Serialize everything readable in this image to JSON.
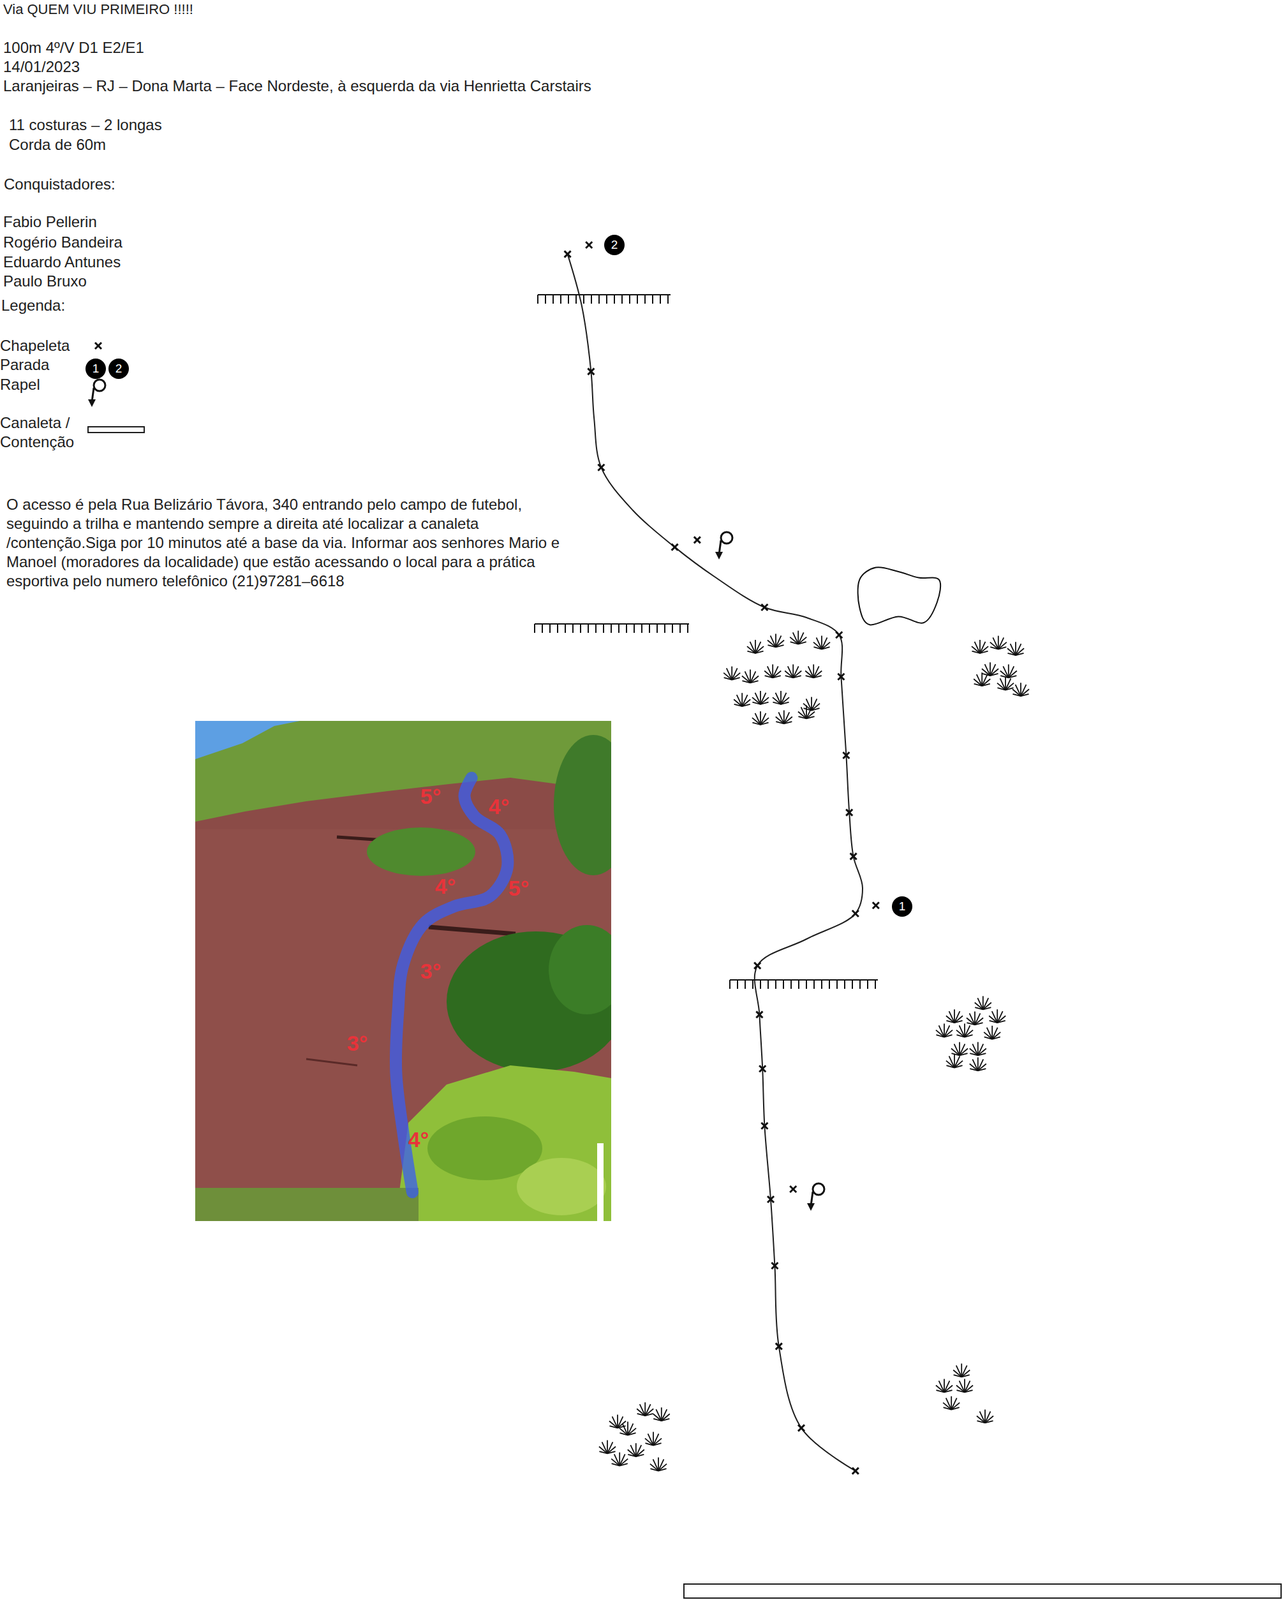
{
  "diagram": {
    "title": "Via QUEM VIU PRIMEIRO !!!!!",
    "nodes": [
      {
        "text": [
          "2"
        ]
      },
      {
        "text": [
          "1"
        ]
      },
      {
        "text": [
          "2"
        ]
      },
      {
        "text": [
          "1"
        ]
      }
    ],
    "labels": [
      "100m 4º/V D1 E2/E1",
      "14/01/2023",
      "Laranjeiras – RJ – Dona Marta – Face Nordeste, à esquerda da via Henrietta Carstairs",
      "11 costuras – 2 longas",
      "Corda de 60m",
      "Conquistadores:",
      "Fabio Pellerin",
      "Rogério Bandeira",
      "Eduardo Antunes",
      "Paulo Bruxo",
      "Legenda:",
      "O acesso é pela Rua Belizário Távora, 340 entrando pelo campo de futebol, seguindo a trilha e mantendo sempre a direita até localizar a canaleta /contenção.Siga por 10 minutos até a base da via. Informar aos senhores Mario e Manoel (moradores da localidade) que estão acessando o local para a prática esportiva pelo numero telefônico (21)97281–6618",
      "5°",
      "4°",
      "4°",
      "5°",
      "3°",
      "3°",
      "4°"
    ],
    "legend": [
      {
        "text": "Chapeleta"
      },
      {
        "text": "Parada"
      },
      {
        "text": "Rapel"
      },
      {
        "text": "Canaleta / Contenção"
      }
    ]
  }
}
